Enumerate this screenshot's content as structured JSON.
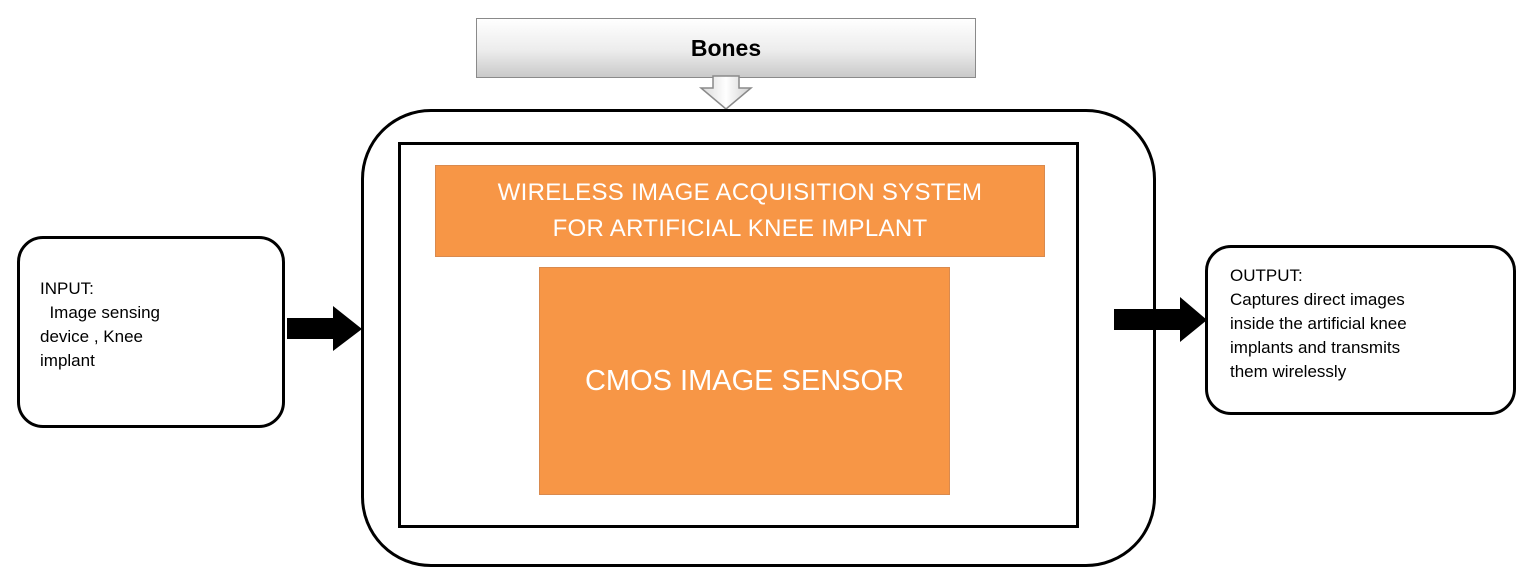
{
  "bones": {
    "label": "Bones"
  },
  "system": {
    "title_lines": [
      "WIRELESS IMAGE ACQUISITION  SYSTEM",
      "FOR ARTIFICIAL  KNEE IMPLANT"
    ],
    "sensor_label": "CMOS IMAGE SENSOR"
  },
  "input": {
    "lines": [
      "INPUT:",
      "  Image sensing",
      "device , Knee",
      "implant"
    ]
  },
  "output": {
    "lines": [
      "OUTPUT:",
      "Captures direct images",
      "inside the artificial knee",
      "implants and transmits",
      "them wirelessly"
    ]
  },
  "colors": {
    "block_fill": "#f79646",
    "block_text": "#ffffff",
    "outline": "#000000",
    "bones_border": "#8a8a8a"
  }
}
